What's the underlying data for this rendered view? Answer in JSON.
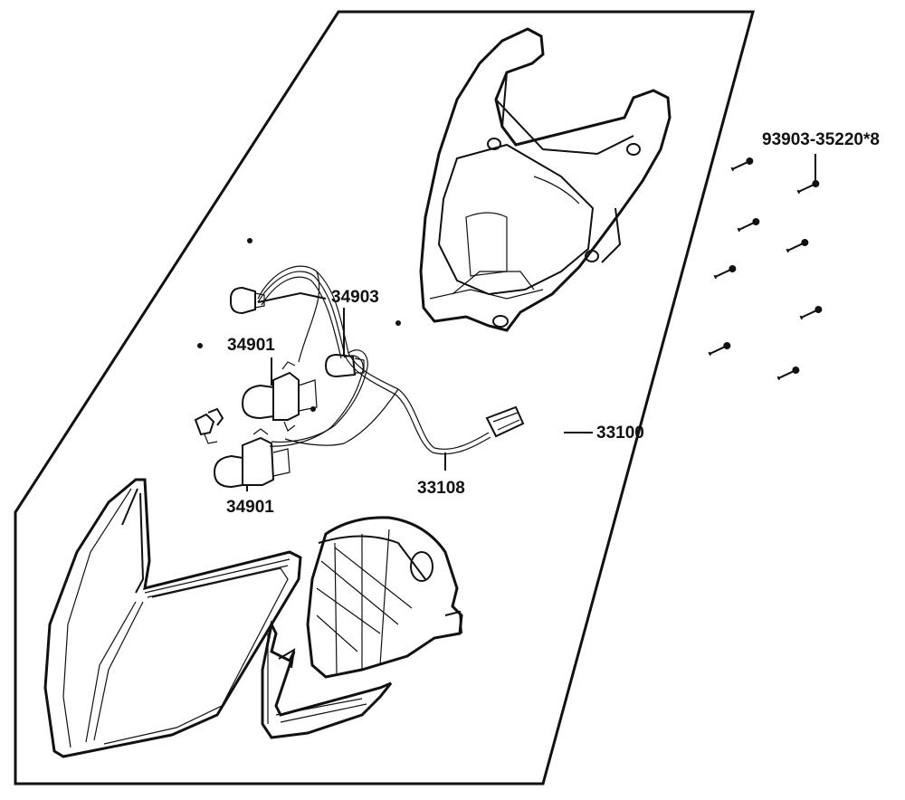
{
  "colors": {
    "ink": "#111111",
    "paper": "#ffffff",
    "shade": "#e6e6e6",
    "dark": "#555555"
  },
  "callouts": {
    "headlight_assembly": "33100",
    "wire_harness": "33108",
    "bulb_socket": "34903",
    "bulb_upper": "34901",
    "bulb_lower": "34901",
    "screw": "93903-35220*8"
  }
}
